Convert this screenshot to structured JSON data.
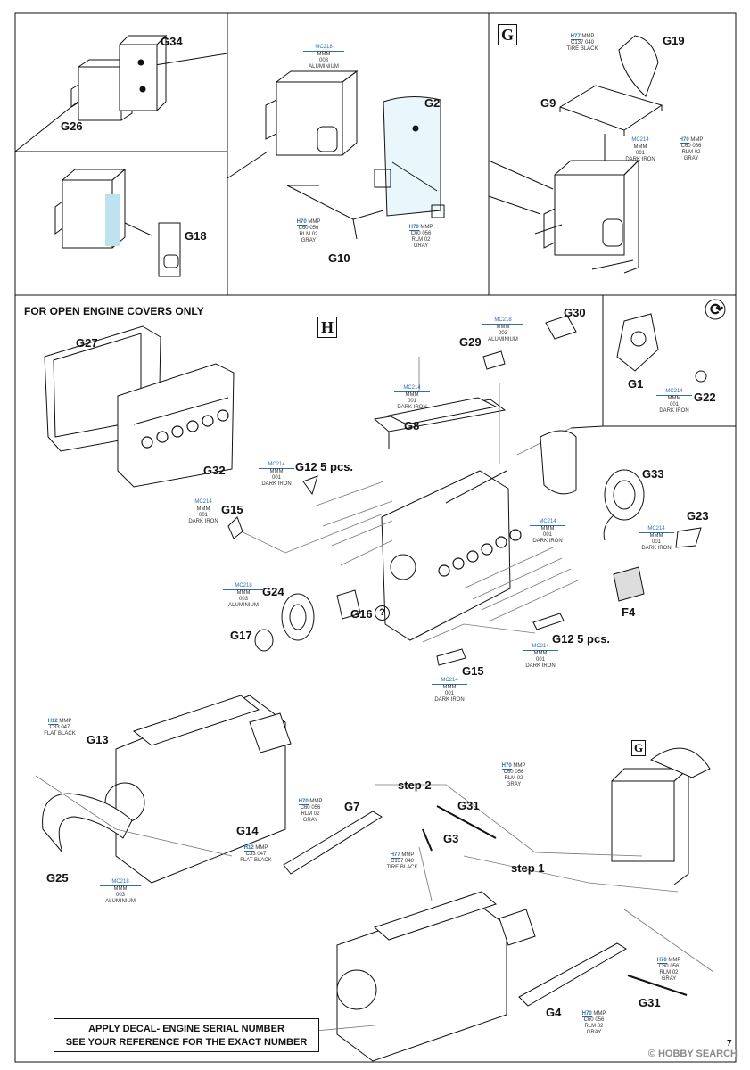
{
  "sections": {
    "g_marker": "G",
    "h_marker": "H",
    "g_marker_small": "G"
  },
  "headings": {
    "open_engine": "FOR OPEN ENGINE COVERS ONLY"
  },
  "parts": {
    "g34": "G34",
    "g26": "G26",
    "g18": "G18",
    "g2": "G2",
    "g10": "G10",
    "g19": "G19",
    "g9": "G9",
    "g27": "G27",
    "g32": "G32",
    "g8": "G8",
    "g29": "G29",
    "g30": "G30",
    "g1": "G1",
    "g22": "G22",
    "g12a": "G12 5 pcs.",
    "g15a": "G15",
    "g33": "G33",
    "g23": "G23",
    "g24": "G24",
    "g16": "G16",
    "g17": "G17",
    "f4": "F4",
    "g12b": "G12 5 pcs.",
    "g15b": "G15",
    "g13": "G13",
    "g14": "G14",
    "g25": "G25",
    "g7": "G7",
    "g31a": "G31",
    "g3": "G3",
    "g4": "G4",
    "g31b": "G31",
    "step1": "step 1",
    "step2": "step 2"
  },
  "paints": {
    "aluminium_top": [
      "MC218",
      "MMM",
      "003",
      "ALUMINIUM"
    ],
    "gray_g10": [
      "H70",
      "MMP",
      "C60",
      "056",
      "RLM 02",
      "GRAY"
    ],
    "gray_g2": [
      "H70",
      "MMP",
      "C60",
      "056",
      "RLM 02",
      "GRAY"
    ],
    "tire_g19": [
      "H77",
      "MMP",
      "C137",
      "040",
      "TIRE BLACK"
    ],
    "darkiron_g9": [
      "MC214",
      "MMM",
      "001",
      "DARK IRON"
    ],
    "gray_g9": [
      "H70",
      "MMP",
      "C60",
      "056",
      "RLM 02",
      "GRAY"
    ],
    "aluminium_g30": [
      "MC218",
      "MMM",
      "003",
      "ALUMINIUM"
    ],
    "darkiron_g8": [
      "MC214",
      "MMM",
      "001",
      "DARK IRON"
    ],
    "darkiron_g1": [
      "MC214",
      "MMM",
      "001",
      "DARK IRON"
    ],
    "darkiron_g12a": [
      "MC214",
      "MMM",
      "001",
      "DARK IRON"
    ],
    "darkiron_g15a": [
      "MC214",
      "MMM",
      "001",
      "DARK IRON"
    ],
    "darkiron_block": [
      "MC214",
      "MMM",
      "001",
      "DARK IRON"
    ],
    "darkiron_g23": [
      "MC214",
      "MMM",
      "001",
      "DARK IRON"
    ],
    "aluminium_g24": [
      "MC218",
      "MMM",
      "003",
      "ALUMINIUM"
    ],
    "darkiron_g12b": [
      "MC214",
      "MMM",
      "001",
      "DARK IRON"
    ],
    "darkiron_g15b": [
      "MC214",
      "MMM",
      "001",
      "DARK IRON"
    ],
    "flat_g13": [
      "H12",
      "MMP",
      "C33",
      "047",
      "FLAT BLACK"
    ],
    "flat_g14": [
      "H12",
      "MMP",
      "C33",
      "047",
      "FLAT BLACK"
    ],
    "aluminium_g25": [
      "MC218",
      "MMM",
      "003",
      "ALUMINIUM"
    ],
    "gray_g7": [
      "H70",
      "MMP",
      "C60",
      "056",
      "RLM 02",
      "GRAY"
    ],
    "gray_g31": [
      "H70",
      "MMP",
      "C60",
      "056",
      "RLM 02",
      "GRAY"
    ],
    "tire_g3": [
      "H77",
      "MMP",
      "C137",
      "040",
      "TIRE BLACK"
    ],
    "gray_g31b": [
      "H70",
      "MMP",
      "C60",
      "056",
      "RLM 02",
      "GRAY"
    ],
    "gray_g4": [
      "H70",
      "MMP",
      "C60",
      "056",
      "RLM 02",
      "GRAY"
    ]
  },
  "decal_note": {
    "line1": "APPLY DECAL- ENGINE SERIAL NUMBER",
    "line2": "SEE YOUR REFERENCE FOR THE EXACT NUMBER"
  },
  "symbols": {
    "question": "?",
    "rotate": "⟳"
  },
  "footer": {
    "page_number": "7",
    "watermark": "© HOBBY SEARCH"
  }
}
